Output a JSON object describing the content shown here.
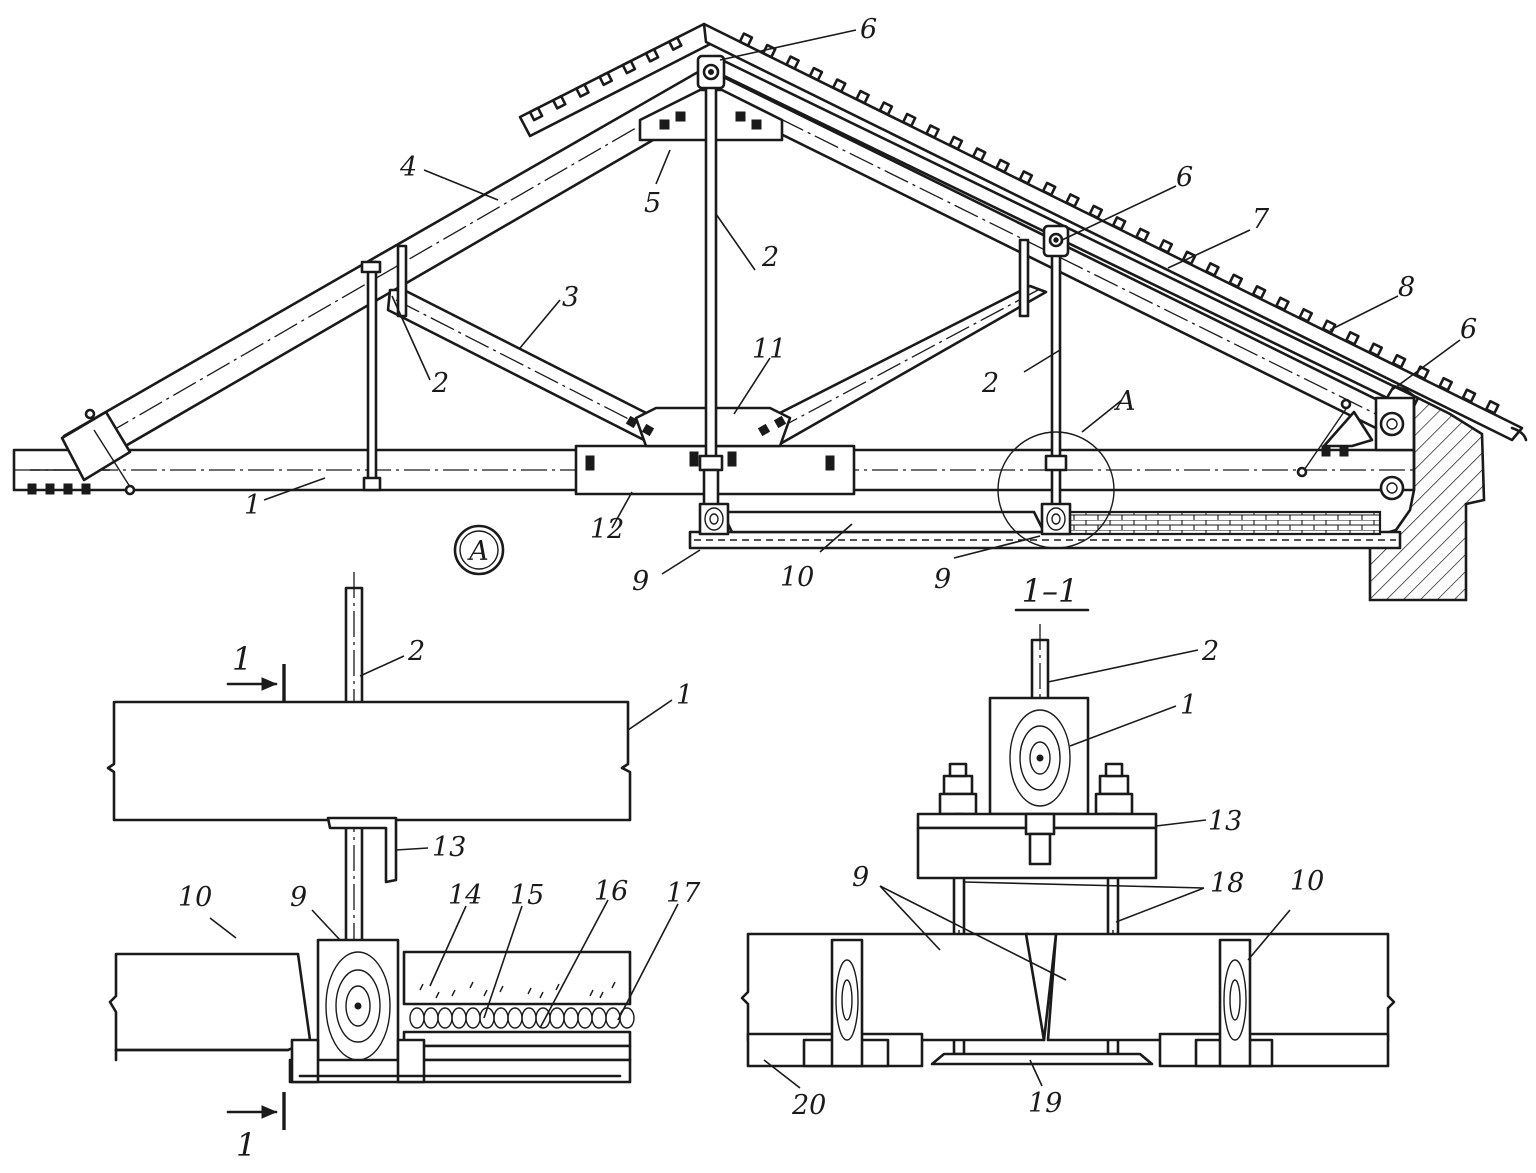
{
  "labels": {
    "main": {
      "chord": "1",
      "hanger_left": "2",
      "hanger_center": "2",
      "hanger_right": "2",
      "brace": "3",
      "rafter": "4",
      "ridge_gusset": "5",
      "bolt_ridge": "6",
      "bolt_mid": "6",
      "bolt_eave": "6",
      "roof_deck": "7",
      "roofing": "8",
      "beam_center": "9",
      "beam_right": "9",
      "ceiling_panel": "10",
      "center_plate": "11",
      "splice_plate": "12",
      "detail_ref": "A"
    },
    "detail_a": {
      "marker": "A",
      "section_top": "1",
      "section_bottom": "1",
      "hanger": "2",
      "chord": "1",
      "angle": "13",
      "panel": "10",
      "beam": "9",
      "layer_14": "14",
      "layer_15": "15",
      "layer_16": "16",
      "layer_17": "17"
    },
    "section_1_1": {
      "title": "1–1",
      "hanger": "2",
      "chord": "1",
      "angle": "13",
      "beam": "9",
      "bolts": "18",
      "panel": "10",
      "plate": "19",
      "base": "20"
    }
  }
}
